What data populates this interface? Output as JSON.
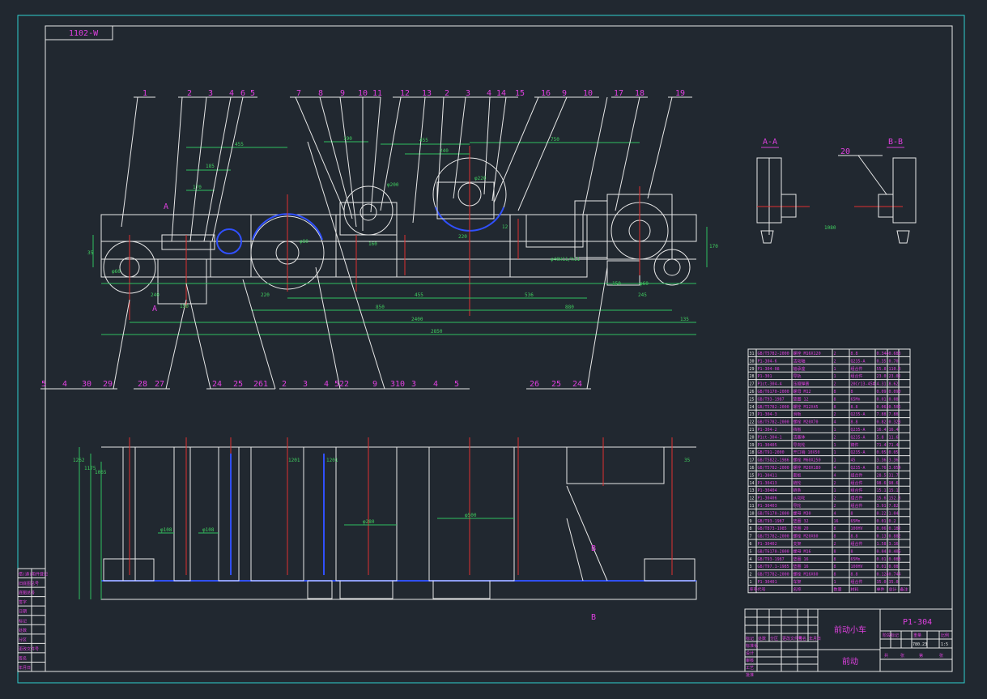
{
  "drawing": {
    "corner_code": "1102-W",
    "number": "P1-304",
    "name": "前动小车",
    "sub_caption": "前动",
    "scale": "1:5"
  },
  "section_labels": [
    "A-A",
    "B-B"
  ],
  "view_markers": [
    "A",
    "A",
    "B",
    "B"
  ],
  "top_callouts": [
    "1",
    "2",
    "3",
    "4",
    "6",
    "5",
    "7",
    "8",
    "9",
    "10",
    "11",
    "12",
    "13",
    "2",
    "3",
    "4",
    "14",
    "15",
    "16",
    "9",
    "10",
    "17",
    "18",
    "19"
  ],
  "section_callout": "20",
  "bottom_callouts": [
    "5",
    "4",
    "30",
    "29",
    "28",
    "27",
    "24",
    "25",
    "261",
    "2",
    "3",
    "4",
    "522",
    "9",
    "310",
    "3",
    "4",
    "5",
    "26",
    "25",
    "24"
  ],
  "dims_top": [
    "455",
    "185",
    "170",
    "190",
    "455",
    "240",
    "750",
    "φ200",
    "φ220",
    "φ80",
    "φ60",
    "220",
    "160",
    "12",
    "φ40H11/h11",
    "455",
    "536",
    "850",
    "880",
    "2400",
    "2850",
    "240",
    "150",
    "220",
    "245",
    "150",
    "φ60",
    "135",
    "170",
    "35",
    "1080"
  ],
  "dims_plan": [
    "1262",
    "1175",
    "1065",
    "φ108",
    "φ108",
    "φ280",
    "φ500",
    "1201",
    "1201",
    "35"
  ],
  "bom": {
    "header": [
      "序号",
      "代号",
      "名称",
      "数量",
      "材料",
      "单件",
      "总计",
      "备注"
    ],
    "rows": [
      [
        "31",
        "GB/T5782-2000",
        "螺栓 M16X120",
        "2",
        "8.8",
        "0.344",
        "0.688",
        ""
      ],
      [
        "30",
        "P1-304-6",
        "活动轴",
        "2",
        "Q235-A",
        "0.35",
        "0.70",
        ""
      ],
      [
        "29",
        "P1-304-08",
        "轴承座",
        "1",
        "组合件",
        "55.8",
        "110.8",
        ""
      ],
      [
        "28",
        "P1-301",
        "导轨",
        "1",
        "组合件",
        "23.0",
        "23.02",
        ""
      ],
      [
        "27",
        "P1ct-304-4",
        "压缩弹簧",
        "2",
        "20Cr13-45#",
        "4.31",
        "8.62",
        ""
      ],
      [
        "26",
        "GB/T6170-2000",
        "螺母 M12",
        "8",
        "8",
        "0.09",
        "0.090",
        ""
      ],
      [
        "25",
        "GB/T93-1987",
        "垫圈 12",
        "8",
        "65Mn",
        "0.01",
        "0.08",
        ""
      ],
      [
        "24",
        "GB/T5782-2000",
        "螺栓 M12X45",
        "8",
        "8.8",
        "0.063",
        "0.506",
        ""
      ],
      [
        "23",
        "P1-304-3",
        "滑板",
        "2",
        "Q235-A",
        "7.88",
        "7.88",
        ""
      ],
      [
        "22",
        "GB/T5782-2000",
        "螺栓 M20X70",
        "4",
        "8.8",
        "0.82",
        "0.328",
        ""
      ],
      [
        "21",
        "P1-304-2",
        "挡板",
        "1",
        "Q235-A",
        "16.4",
        "16.4",
        ""
      ],
      [
        "20",
        "P1ct-304-1",
        "活塞体",
        "2",
        "Q235-A",
        "5.8",
        "11.6",
        ""
      ],
      [
        "19",
        "P1-30405",
        "导向轮",
        "1",
        "铸件",
        "71.4",
        "71.4",
        ""
      ],
      [
        "18",
        "GB/T91-2000",
        "开口销 10X50",
        "1",
        "Q235-A",
        "0.05",
        "0.05",
        ""
      ],
      [
        "17",
        "GB/T5822-1986",
        "螺栓 M60X250",
        "1",
        "45",
        "3.36",
        "3.36",
        ""
      ],
      [
        "16",
        "GB/T5782-2000",
        "螺栓 M20X180",
        "4",
        "Q235-A",
        "0.76",
        "3.054",
        ""
      ],
      [
        "15",
        "P1-30411",
        "套板",
        "4",
        "组合件",
        "28.5",
        "31.7",
        ""
      ],
      [
        "14",
        "P1-30413",
        "链轮",
        "2",
        "组合件",
        "98.6",
        "98.6",
        ""
      ],
      [
        "13",
        "P1-30404",
        "链条",
        "1",
        "组合件",
        "15.1",
        "15.1",
        ""
      ],
      [
        "12",
        "P1-30406",
        "从动轮",
        "2",
        "组合件",
        "15.6",
        "152.3",
        ""
      ],
      [
        "11",
        "P1-30403",
        "导轮",
        "2",
        "组合件",
        "3.91",
        "7.82",
        ""
      ],
      [
        "10",
        "GB/T6170-2000",
        "螺母 M30",
        "4",
        "8",
        "0.22",
        "1.04",
        ""
      ],
      [
        "9",
        "GB/T93-1987",
        "垫圈 32",
        "16",
        "65Mn",
        "0.01",
        "0.2",
        ""
      ],
      [
        "8",
        "GB/T873-1985",
        "垫圈 20",
        "8",
        "100HV",
        "0.06",
        "0.182",
        ""
      ],
      [
        "7",
        "GB/T5782-2000",
        "螺栓 M20X60",
        "8",
        "8.8",
        "0.13",
        "0.882",
        ""
      ],
      [
        "6",
        "P1-30402",
        "支架",
        "2",
        "组合件",
        "1.58",
        "3.16",
        ""
      ],
      [
        "5",
        "GB/T6170-2000",
        "螺母 M16",
        "8",
        "8",
        "0.04",
        "0.406",
        ""
      ],
      [
        "4",
        "GB/T93-1987",
        "垫圈 16",
        "8",
        "65Mn",
        "0.01",
        "0.088",
        ""
      ],
      [
        "3",
        "GB/T97.1-1985",
        "垫圈 16",
        "8",
        "100HV",
        "0.01",
        "0.08",
        ""
      ],
      [
        "2",
        "GB/T5782-2000",
        "螺栓 M16X60",
        "8",
        "8.8",
        "0.124",
        "0.744",
        ""
      ],
      [
        "1",
        "P1-30401",
        "车架",
        "1",
        "组合件",
        "35.0",
        "35.0",
        ""
      ]
    ]
  },
  "title_block": {
    "rev_cols": [
      "标记",
      "处数",
      "分区",
      "更改文件号",
      "签名",
      "年月日"
    ],
    "sign_rows": [
      "设计",
      "审核",
      "工艺",
      "批准"
    ],
    "std_row": [
      "标准化",
      "",
      "",
      "",
      "",
      ""
    ],
    "stage_cols": [
      "阶段标记",
      "重量",
      "比例"
    ],
    "weight": "780.23",
    "sheet": [
      "共",
      "张",
      "第",
      "张"
    ]
  },
  "side_strip": [
    "借(通)用件登记",
    "旧底图总号",
    "底图总号",
    "签字",
    "日期",
    "标记",
    "处数",
    "分区",
    "更改文件号",
    "签名",
    "年月日"
  ]
}
